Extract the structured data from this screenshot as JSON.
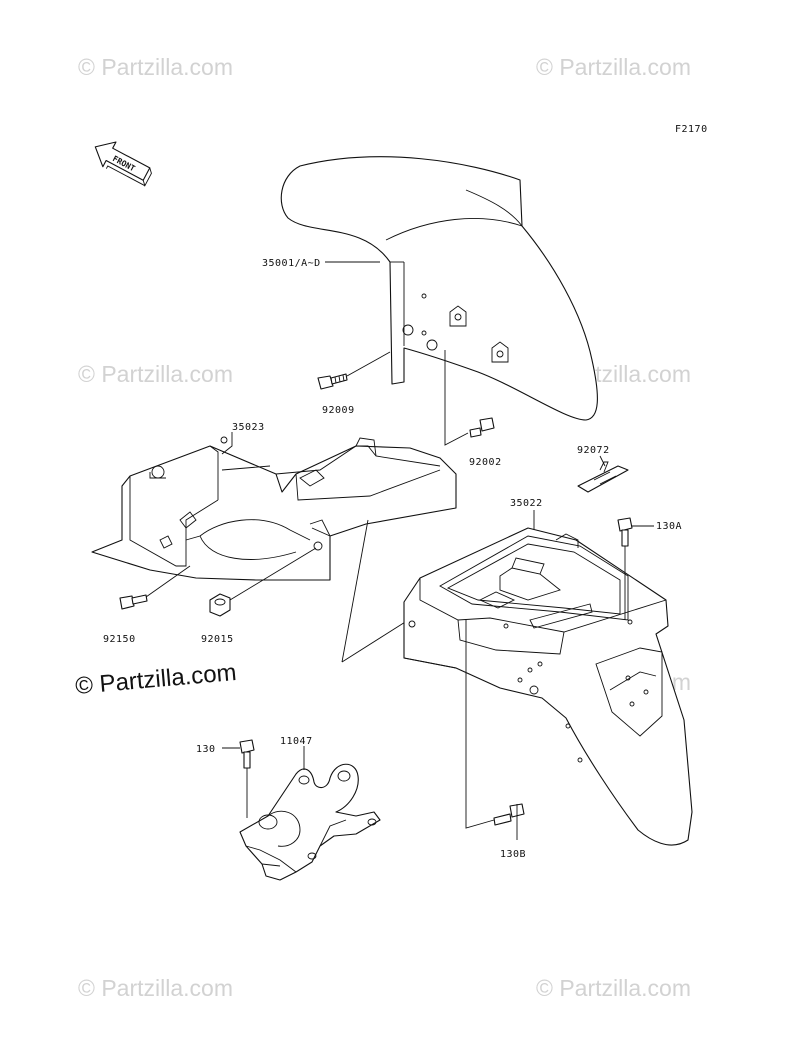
{
  "figure_code": "F2170",
  "front_arrow_label": "FRONT",
  "watermark_text": "© Partzilla.com",
  "main_watermark_text": "© Partzilla.com",
  "parts": [
    {
      "id": "35001",
      "label": "35001/A~D"
    },
    {
      "id": "92009",
      "label": "92009"
    },
    {
      "id": "35023",
      "label": "35023"
    },
    {
      "id": "92002",
      "label": "92002"
    },
    {
      "id": "92072",
      "label": "92072"
    },
    {
      "id": "35022",
      "label": "35022"
    },
    {
      "id": "130A",
      "label": "130A"
    },
    {
      "id": "92150",
      "label": "92150"
    },
    {
      "id": "92015",
      "label": "92015"
    },
    {
      "id": "130",
      "label": "130"
    },
    {
      "id": "11047",
      "label": "11047"
    },
    {
      "id": "130B",
      "label": "130B"
    }
  ],
  "colors": {
    "line": "#111111",
    "watermark": "#d2d2d2",
    "background": "#ffffff"
  }
}
